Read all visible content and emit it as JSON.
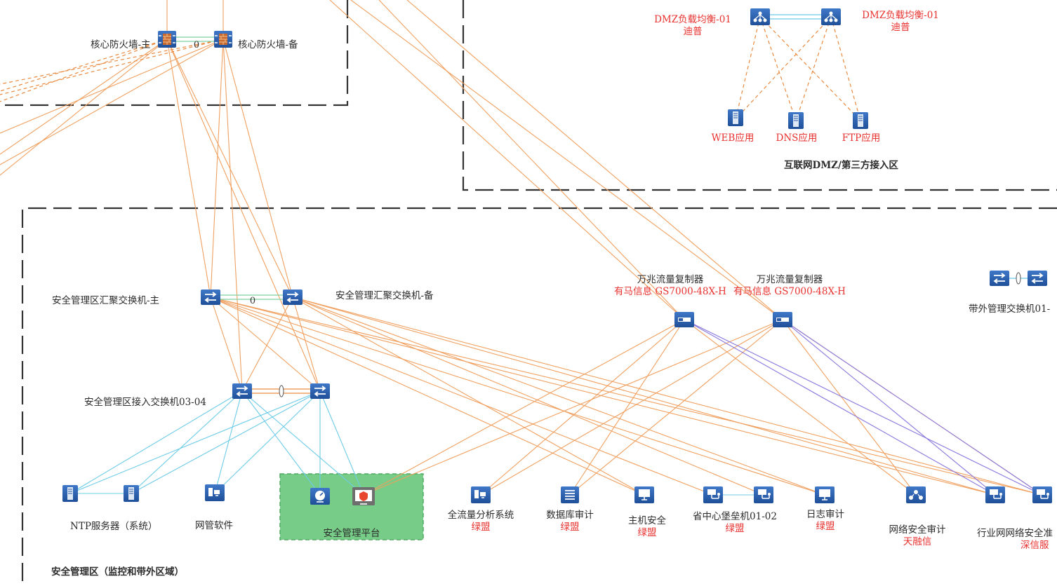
{
  "colors": {
    "orange": "#f0a060",
    "blue": "#6ccbe8",
    "purple": "#8877dd",
    "icon": "#2b5aa6",
    "red_text": "#e8322f",
    "zone_border": "#333333",
    "platform_fill": "#77cc88"
  },
  "labels": {
    "core_fw_main": "核心防火墙-主",
    "core_fw_backup": "核心防火墙-备",
    "dmz_lb_1": "DMZ负载均衡-01",
    "dmz_lb_1_vendor": "迪普",
    "dmz_lb_2": "DMZ负载均衡-01",
    "dmz_lb_2_vendor": "迪普",
    "web_app": "WEB应用",
    "dns_app": "DNS应用",
    "ftp_app": "FTP应用",
    "dmz_zone": "互联网DMZ/第三方接入区",
    "agg_sw_main": "安全管理区汇聚交换机-主",
    "agg_sw_backup": "安全管理汇聚交换机-备",
    "tap_1": "万兆流量复制器",
    "tap_1_vendor": "有马信息 GS7000-48X-H",
    "tap_2": "万兆流量复制器",
    "tap_2_vendor": "有马信息 GS7000-48X-H",
    "oob_sw": "带外管理交换机01-",
    "access_sw": "安全管理区接入交换机03-04",
    "ntp": "NTP服务器（系统）",
    "nms": "网管软件",
    "sec_platform": "安全管理平台",
    "flow_analysis": "全流量分析系统",
    "flow_analysis_vendor": "绿盟",
    "db_audit": "数据库审计",
    "db_audit_vendor": "绿盟",
    "host_sec": "主机安全",
    "host_sec_vendor": "绿盟",
    "bastion": "省中心堡垒机01-02",
    "bastion_vendor": "绿盟",
    "log_audit": "日志审计",
    "log_audit_vendor": "绿盟",
    "net_audit": "网络安全审计",
    "net_audit_vendor": "天融信",
    "industry_net": "行业网网络安全准",
    "industry_net_vendor": "深信服",
    "sec_zone": "安全管理区（监控和带外区域）",
    "link_0": "0"
  },
  "icons": {
    "firewall": "firewall-icon",
    "switch": "switch-icon",
    "load_balancer": "load-balancer-icon",
    "server": "server-icon",
    "tap": "traffic-tap-icon",
    "monitor": "monitor-icon",
    "lock": "link-lock-icon"
  }
}
